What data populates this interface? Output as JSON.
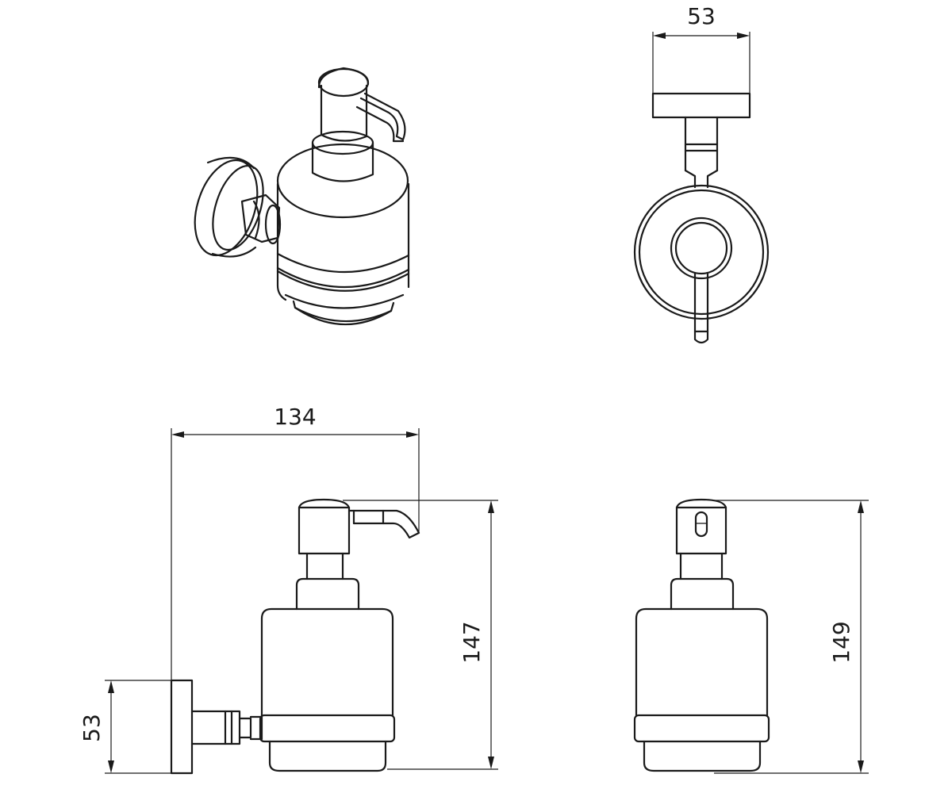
{
  "dimensions": {
    "top_width": "53",
    "overall_depth": "134",
    "height_side": "147",
    "height_front": "149",
    "mount_height": "53"
  }
}
